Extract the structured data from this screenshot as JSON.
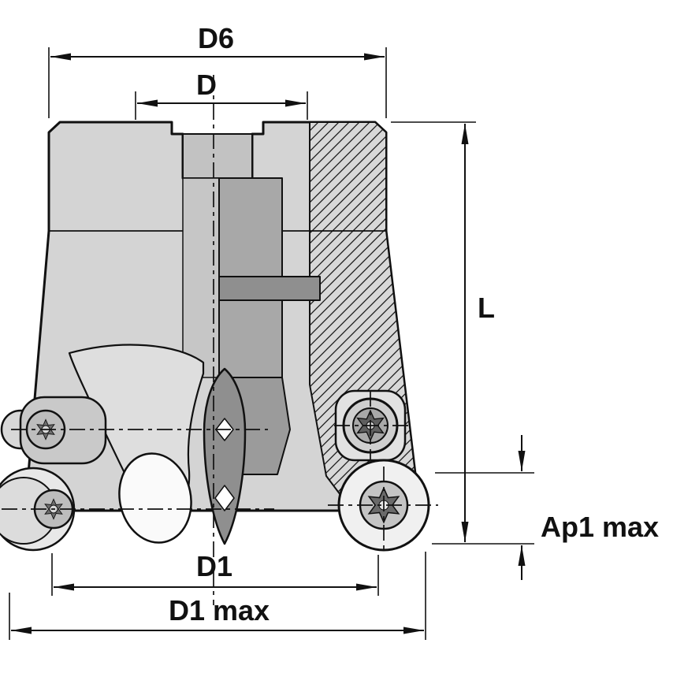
{
  "diagram": {
    "kind": "technical-drawing",
    "dimension_labels": {
      "d6": "D6",
      "d": "D",
      "l": "L",
      "ap1_max": "Ap1 max",
      "d1": "D1",
      "d1_max": "D1 max"
    },
    "colors": {
      "line": "#111111",
      "body": "#d4d4d4",
      "bore": "#a8a8a8",
      "flange": "#8f8f8f",
      "insert": "#f0f0f0",
      "bg": "#ffffff"
    }
  }
}
